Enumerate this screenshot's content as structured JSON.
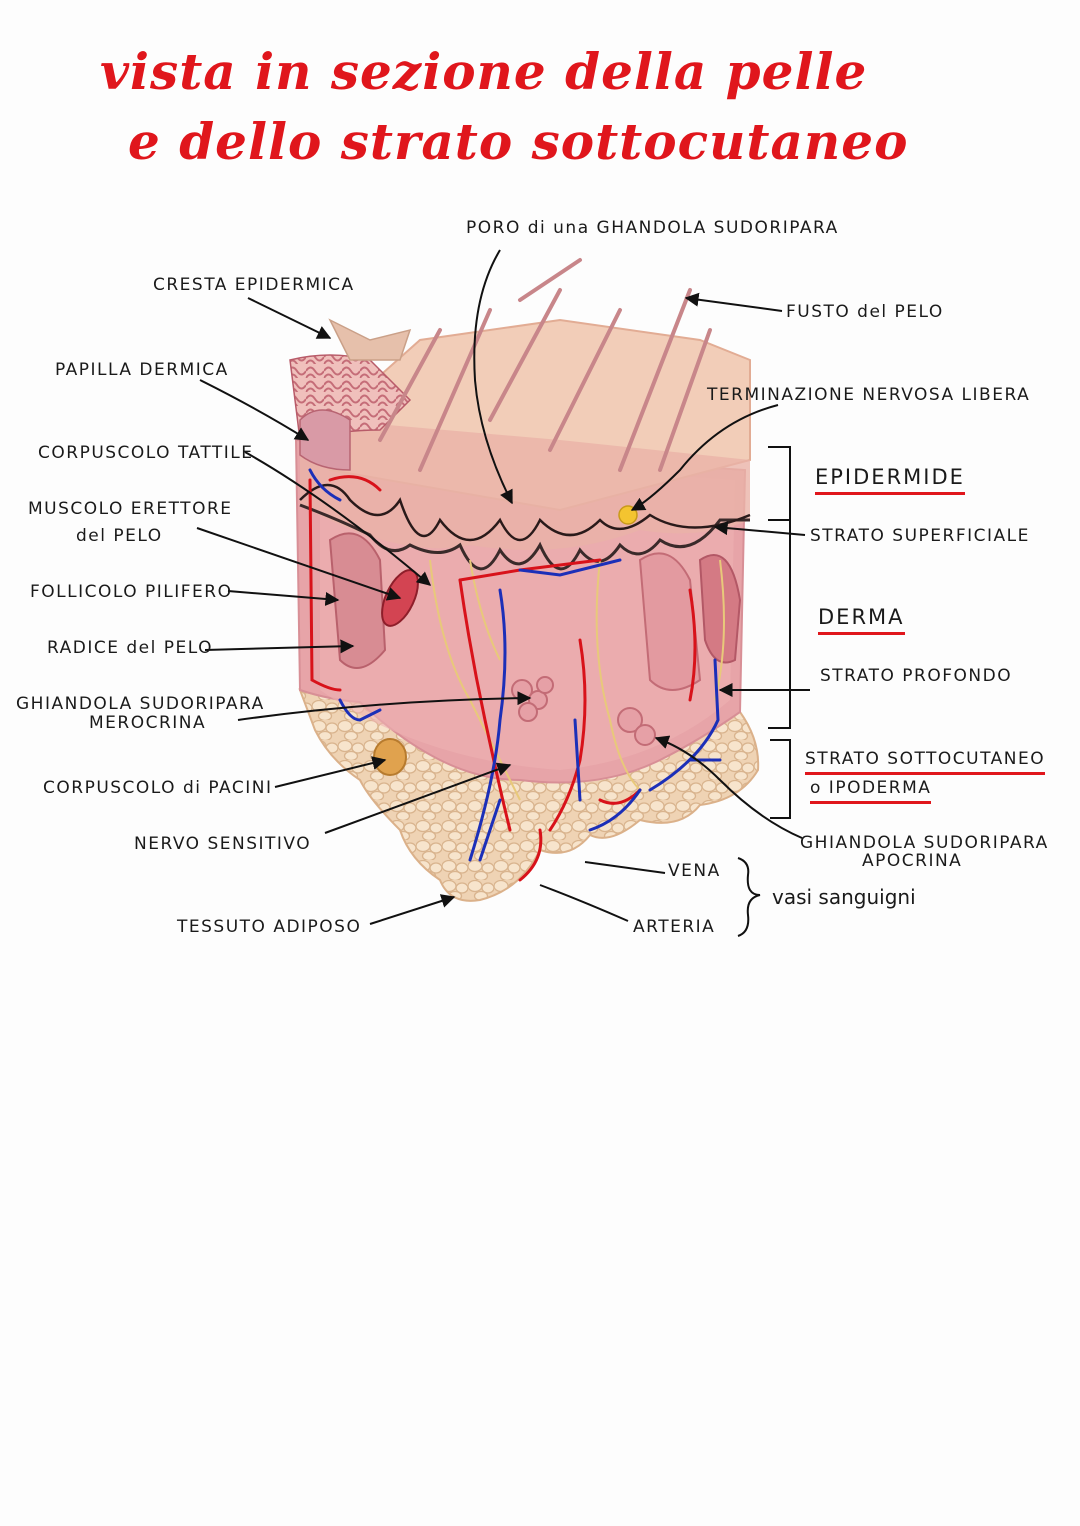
{
  "title": {
    "line1": "vista in sezione della pelle",
    "line2": "e dello strato sottocutaneo"
  },
  "labels": {
    "poro": "PORO di una GHANDOLA SUDORIPARA",
    "cresta": "CRESTA EPIDERMICA",
    "fusto": "FUSTO del PELO",
    "papilla": "PAPILLA DERMICA",
    "terminazione": "TERMINAZIONE NERVOSA LIBERA",
    "corpuscolo_tattile": "CORPUSCOLO TATTILE",
    "epidermide": "EPIDERMIDE",
    "muscolo_1": "MUSCOLO ERETTORE",
    "muscolo_2": "del PELO",
    "strato_superficiale": "STRATO SUPERFICIALE",
    "follicolo": "FOLLICOLO PILIFERO",
    "derma": "DERMA",
    "radice": "RADICE del PELO",
    "strato_profondo": "STRATO PROFONDO",
    "merocrina_1": "GHIANDOLA SUDORIPARA",
    "merocrina_2": "MEROCRINA",
    "sottocutaneo_1": "STRATO SOTTOCUTANEO",
    "sottocutaneo_2": "o IPODERMA",
    "pacini": "CORPUSCOLO di PACINI",
    "nervo": "NERVO SENSITIVO",
    "apocrina_1": "GHIANDOLA SUDORIPARA",
    "apocrina_2": "APOCRINA",
    "vena": "VENA",
    "vasi": "vasi sanguigni",
    "adiposo": "TESSUTO ADIPOSO",
    "arteria": "ARTERIA"
  },
  "colors": {
    "title": "#e0161c",
    "epidermis": "#f2cdb8",
    "dermis": "#e7a4a8",
    "fat": "#f0d2b2",
    "artery": "#d8121a",
    "vein": "#1c2fb8",
    "nerve": "#e8c97a"
  }
}
